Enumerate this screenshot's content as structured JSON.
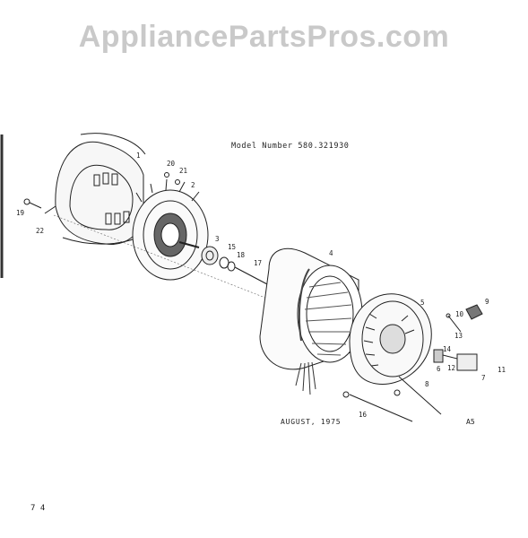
{
  "watermark": "AppliancePartsPros.com",
  "model_label": "Model Number 580.321930",
  "date_label": "AUGUST, 1975",
  "page_code": "A5",
  "corner_mark": "7 4",
  "callouts": {
    "c1": "1",
    "c2": "2",
    "c3": "3",
    "c4": "4",
    "c5": "5",
    "c6": "6",
    "c7": "7",
    "c8": "8",
    "c9": "9",
    "c10": "10",
    "c11": "11",
    "c12": "12",
    "c13": "13",
    "c14": "14",
    "c15": "15",
    "c16": "16",
    "c17": "17",
    "c18": "18",
    "c19": "19",
    "c20": "20",
    "c21": "21",
    "c22": "22"
  }
}
